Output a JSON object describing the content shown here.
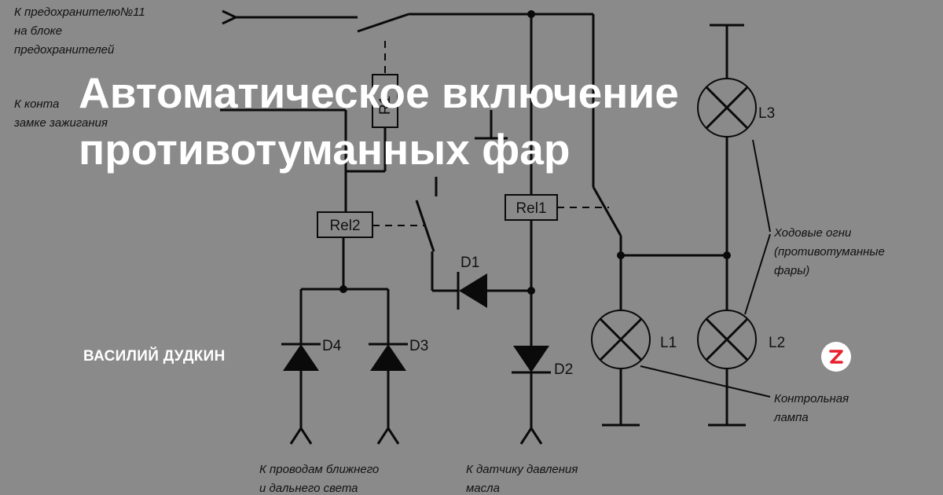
{
  "article": {
    "title_line1": "Автоматическое включение",
    "title_line2": "противотуманных фар",
    "author": "ВАСИЛИЙ ДУДКИН",
    "logo_color": "#e8212e"
  },
  "diagram": {
    "notes": {
      "fuse_line1": "К предохранителю№11",
      "fuse_line2": "на блоке",
      "fuse_line3": "предохранителей",
      "ignition_line1": "К конта",
      "ignition_line2": "замке зажигания",
      "beam_line1": "К проводам ближнего",
      "beam_line2": "и дальнего света",
      "oil_line1": "К датчику давления",
      "oil_line2": "масла",
      "drl_line1": "Ходовые огни",
      "drl_line2": "(противотуманные",
      "drl_line3": "фары)",
      "control_line1": "Контрольная",
      "control_line2": "лампа"
    },
    "components": {
      "rel1": "Rel1",
      "rel2": "Rel2",
      "r1": "R1",
      "d1": "D1",
      "d2": "D2",
      "d3": "D3",
      "d4": "D4",
      "l1": "L1",
      "l2": "L2",
      "l3": "L3"
    }
  }
}
